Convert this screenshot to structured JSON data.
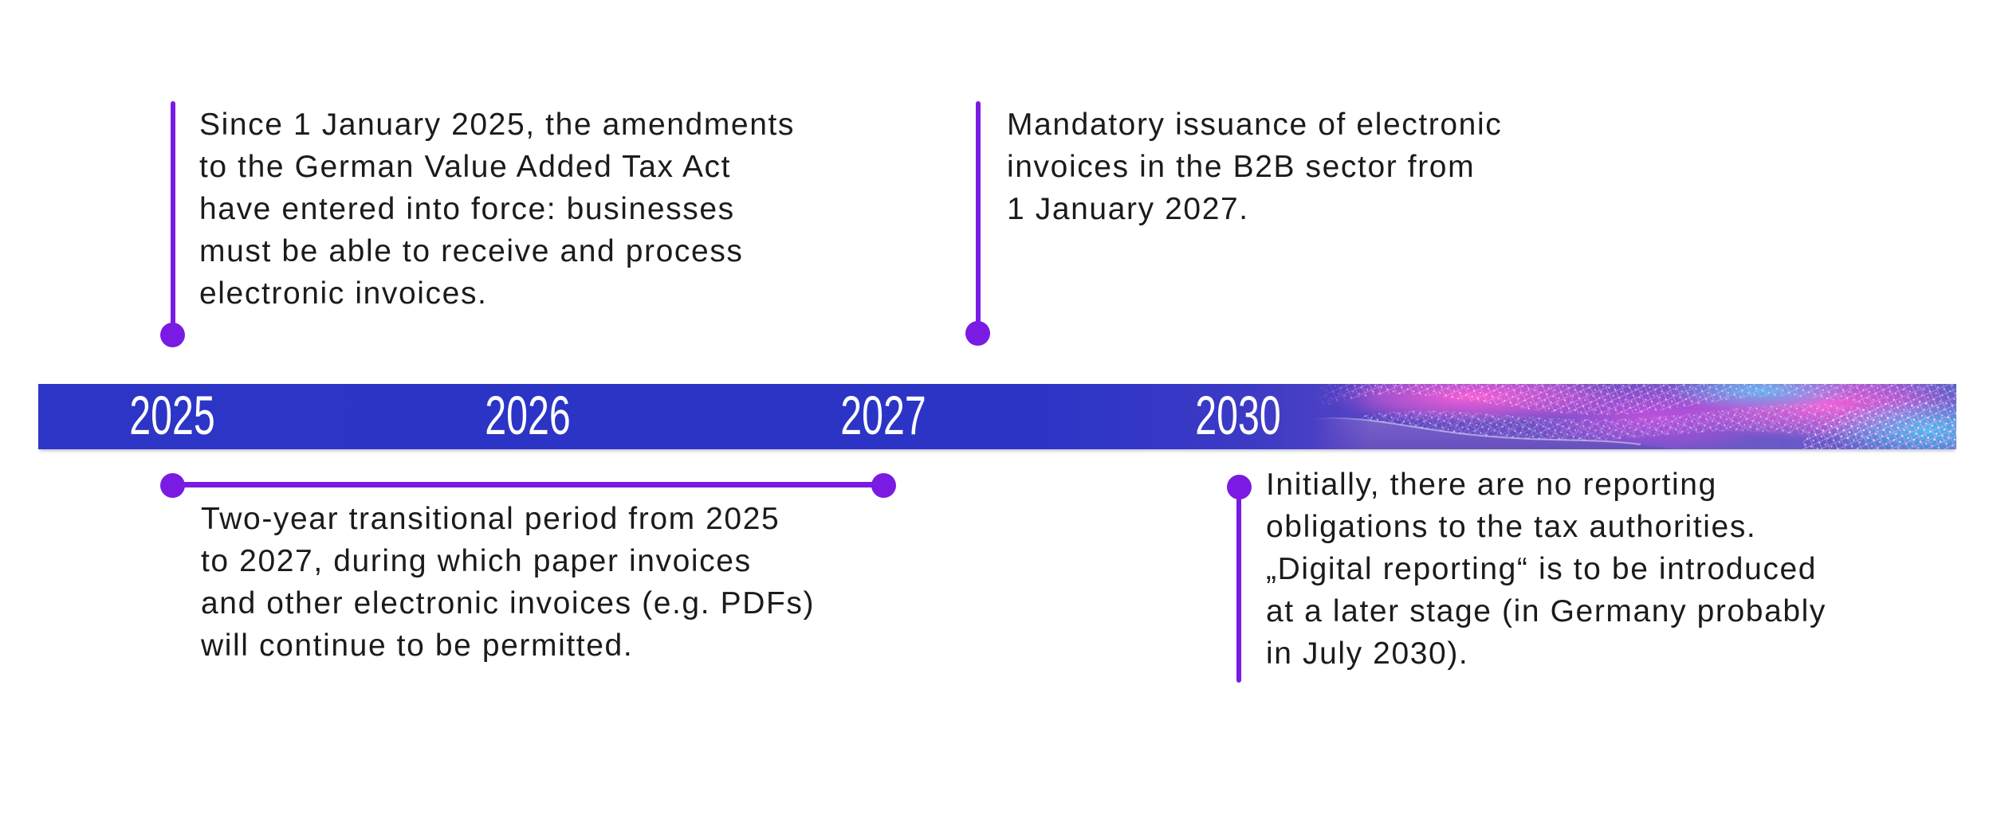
{
  "palette": {
    "accent_purple": "#7A1BE3",
    "bar_blue": "#2D35C6",
    "bar_right_purple": "#5A63CA",
    "year_text_color": "#FFFFFF",
    "body_text_color": "#1B1B1D",
    "background": "#FFFFFF"
  },
  "timeline": {
    "years": [
      {
        "label": "2025"
      },
      {
        "label": "2026"
      },
      {
        "label": "2027"
      },
      {
        "label": "2030"
      }
    ],
    "decoration": "digital-wave"
  },
  "events": [
    {
      "name": "receipt-obligation-2025",
      "position": "above-bar",
      "lines": [
        "Since 1 January 2025, the amendments",
        "to the German Value Added Tax Act",
        "have entered into force: businesses",
        "must be able to receive and process",
        "electronic invoices."
      ]
    },
    {
      "name": "mandatory-issuance-2027",
      "position": "above-bar",
      "lines": [
        "Mandatory issuance of electronic",
        "invoices in the B2B sector from",
        "1 January 2027."
      ]
    },
    {
      "name": "transitional-period-2025-2027",
      "position": "below-bar",
      "lines": [
        "Two-year transitional period from 2025",
        "to 2027, during which paper invoices",
        "and other electronic invoices (e.g. PDFs)",
        "will continue to be permitted."
      ]
    },
    {
      "name": "digital-reporting-2030",
      "position": "below-bar",
      "lines": [
        "Initially, there are no reporting",
        "obligations to the tax authorities.",
        "„Digital reporting“ is to be introduced",
        "at a later stage (in Germany probably",
        "in July 2030)."
      ]
    }
  ]
}
